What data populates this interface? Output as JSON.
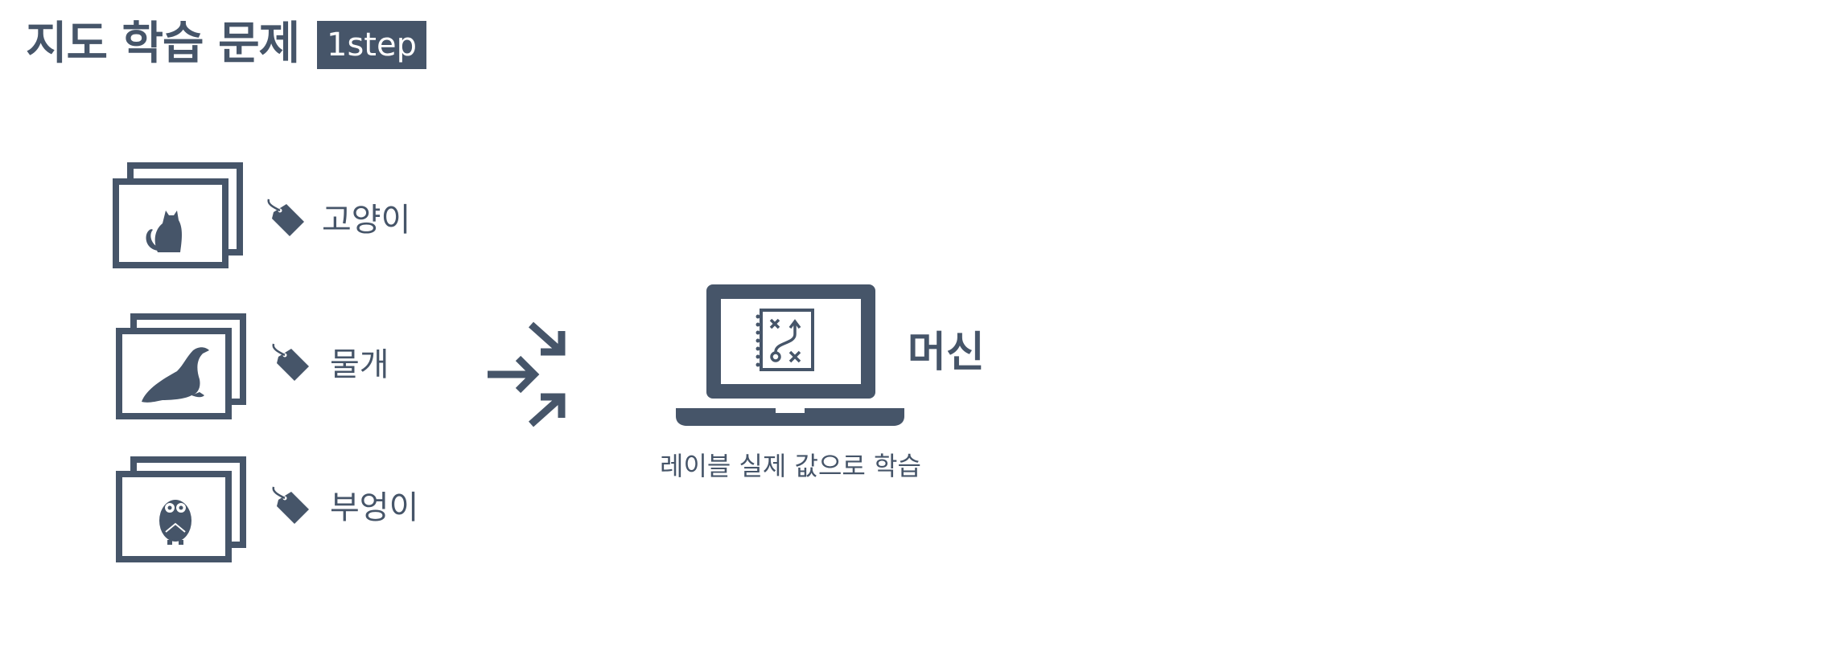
{
  "header": {
    "title": "지도 학습 문제",
    "badge": "1step"
  },
  "items": [
    {
      "label": "고양이",
      "image_icon": "cat-icon",
      "tag_icon": "tag-icon"
    },
    {
      "label": "물개",
      "image_icon": "seal-icon",
      "tag_icon": "tag-icon"
    },
    {
      "label": "부엉이",
      "image_icon": "owl-icon",
      "tag_icon": "tag-icon"
    }
  ],
  "connector_icon": "converging-arrows-icon",
  "machine": {
    "label": "머신",
    "icon": "laptop-icon",
    "screen_icon": "strategy-board-icon",
    "caption": "레이블 실제 값으로 학습"
  },
  "colors": {
    "primary": "#465569",
    "background": "#ffffff",
    "badge_text": "#ffffff"
  }
}
